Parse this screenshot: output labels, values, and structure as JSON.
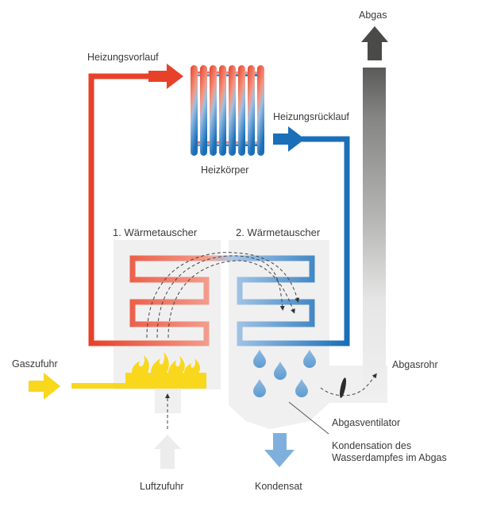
{
  "diagram": {
    "title": "Brennwertkessel Funktionsprinzip",
    "labels": {
      "abgas": "Abgas",
      "heizungsvorlauf": "Heizungsvorlauf",
      "heizungsruecklauf": "Heizungsrücklauf",
      "heizkoerper": "Heizkörper",
      "waermetauscher_1": "1. Wärmetauscher",
      "waermetauscher_2": "2. Wärmetauscher",
      "gaszufuhr": "Gaszufuhr",
      "abgasrohr": "Abgasrohr",
      "abgasventilator": "Abgasventilator",
      "kondensation_line1": "Kondensation des",
      "kondensation_line2": "Wasserdampfes im Abgas",
      "luftzufuhr": "Luftzufuhr",
      "kondensat": "Kondensat"
    },
    "colors": {
      "hot_red": "#e8412a",
      "hot_light": "#f4a08f",
      "cold_blue": "#1a6fb8",
      "cold_light": "#8fb8de",
      "gas_yellow": "#f9d71c",
      "housing_gray": "#f0f0f0",
      "exhaust_dark": "#4a4a48",
      "droplet_blue": "#78aedc",
      "text": "#3a3a3a"
    },
    "icons": {
      "flame": "flame-icon",
      "droplet": "water-droplet-icon",
      "fan": "fan-icon",
      "radiator": "radiator-icon"
    }
  }
}
